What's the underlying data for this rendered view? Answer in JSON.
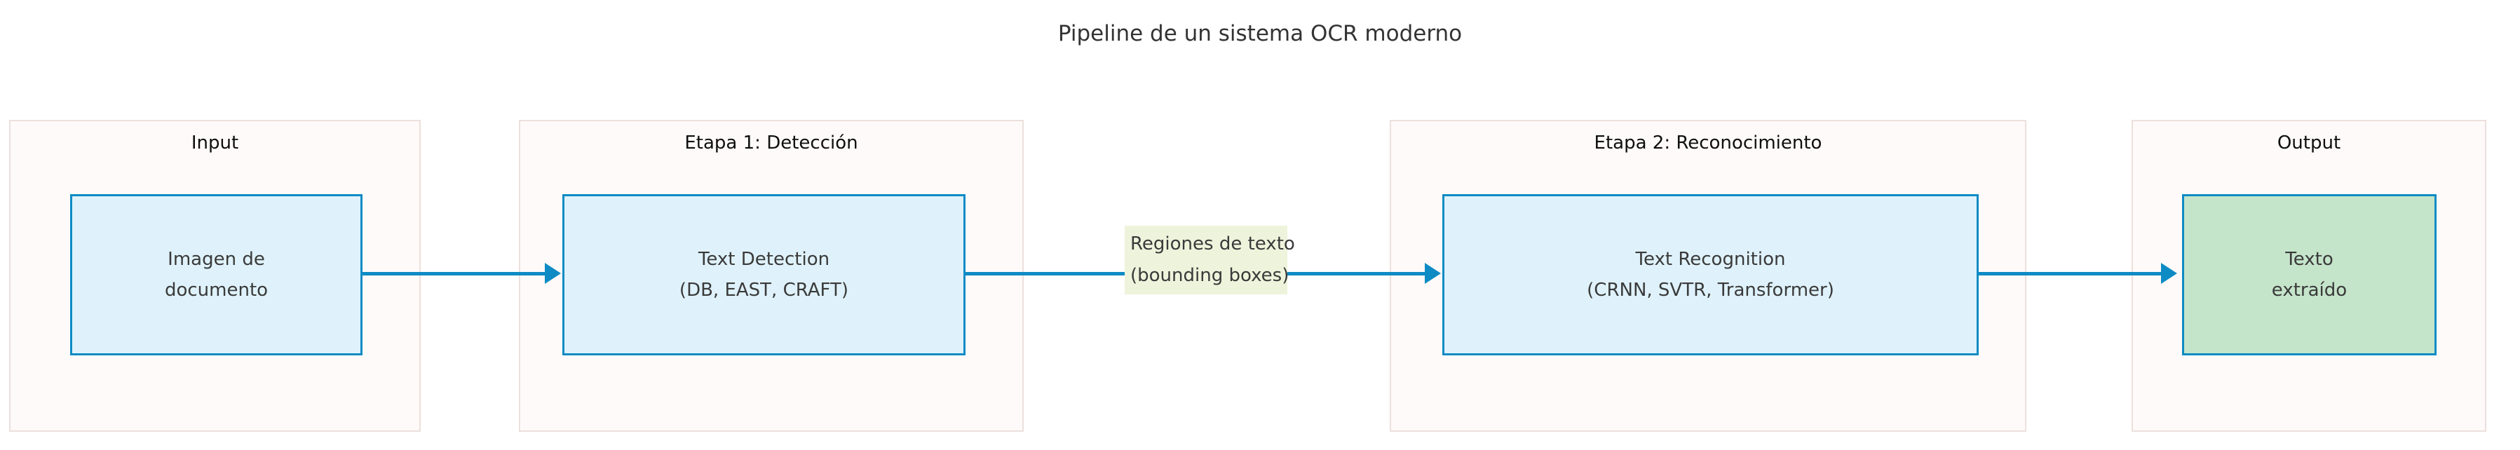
{
  "title": "Pipeline de un sistema OCR moderno",
  "colors": {
    "node_border": "#0e8bc4",
    "node_fill_blue": "#dff2fb",
    "node_fill_green": "#c5e5cb",
    "cluster_fill": "#fdfaf9",
    "cluster_border": "#ece0dd",
    "edge": "#0e8bc4",
    "edge_label_fill": "#eef3db",
    "title_text": "#333333",
    "node_text": "#3a3a3a",
    "cluster_text": "#0f0f0f"
  },
  "clusters": [
    {
      "id": "input",
      "label": "Input",
      "node": {
        "id": "imagen-de-documento",
        "lines": [
          "Imagen de",
          "documento"
        ],
        "style": "blue"
      }
    },
    {
      "id": "etapa-1",
      "label": "Etapa 1: Detección",
      "node": {
        "id": "text-detection",
        "lines": [
          "Text Detection",
          "(DB, EAST, CRAFT)"
        ],
        "style": "blue"
      }
    },
    {
      "id": "etapa-2",
      "label": "Etapa 2: Reconocimiento",
      "node": {
        "id": "text-recognition",
        "lines": [
          "Text Recognition",
          "(CRNN, SVTR, Transformer)"
        ],
        "style": "blue"
      }
    },
    {
      "id": "output",
      "label": "Output",
      "node": {
        "id": "texto-extraido",
        "lines": [
          "Texto",
          "extraído"
        ],
        "style": "green"
      }
    }
  ],
  "edges": [
    {
      "id": "edge-1",
      "from": "imagen-de-documento",
      "to": "text-detection",
      "label": ""
    },
    {
      "id": "edge-2",
      "from": "text-detection",
      "to": "text-recognition",
      "label_lines": [
        "Regiones de texto",
        "(bounding boxes)"
      ]
    },
    {
      "id": "edge-3",
      "from": "text-recognition",
      "to": "texto-extraido",
      "label": ""
    }
  ],
  "edge_label": {
    "line1": "Regiones de texto",
    "line2": "(bounding boxes)"
  }
}
